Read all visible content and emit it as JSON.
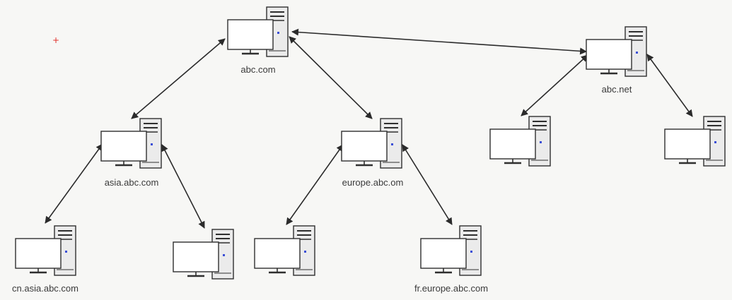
{
  "cursor_mark": "+",
  "colors": {
    "background": "#f7f7f5",
    "monitor_fill": "#ffffff",
    "tower_fill": "#ebebeb",
    "outline": "#2f2f2f",
    "indicator": "#3b4fd6",
    "arrow": "#2b2b2b"
  },
  "icon": "server-computer-icon",
  "nodes": [
    {
      "id": "abc-com",
      "label": "abc.com"
    },
    {
      "id": "abc-net",
      "label": "abc.net"
    },
    {
      "id": "asia",
      "label": "asia.abc.com"
    },
    {
      "id": "europe",
      "label": "europe.abc.om"
    },
    {
      "id": "net-child-1",
      "label": ""
    },
    {
      "id": "net-child-2",
      "label": ""
    },
    {
      "id": "cn-asia",
      "label": "cn.asia.abc.com"
    },
    {
      "id": "asia-child-2",
      "label": ""
    },
    {
      "id": "europe-child-1",
      "label": ""
    },
    {
      "id": "fr-europe",
      "label": "fr.europe.abc.com"
    }
  ],
  "edges": [
    {
      "from": "abc-com",
      "to": "abc-net",
      "bidirectional": true
    },
    {
      "from": "abc-com",
      "to": "asia",
      "bidirectional": true
    },
    {
      "from": "abc-com",
      "to": "europe",
      "bidirectional": true
    },
    {
      "from": "abc-net",
      "to": "net-child-1",
      "bidirectional": true
    },
    {
      "from": "abc-net",
      "to": "net-child-2",
      "bidirectional": true
    },
    {
      "from": "asia",
      "to": "cn-asia",
      "bidirectional": true
    },
    {
      "from": "asia",
      "to": "asia-child-2",
      "bidirectional": true
    },
    {
      "from": "europe",
      "to": "europe-child-1",
      "bidirectional": true
    },
    {
      "from": "europe",
      "to": "fr-europe",
      "bidirectional": true
    }
  ]
}
